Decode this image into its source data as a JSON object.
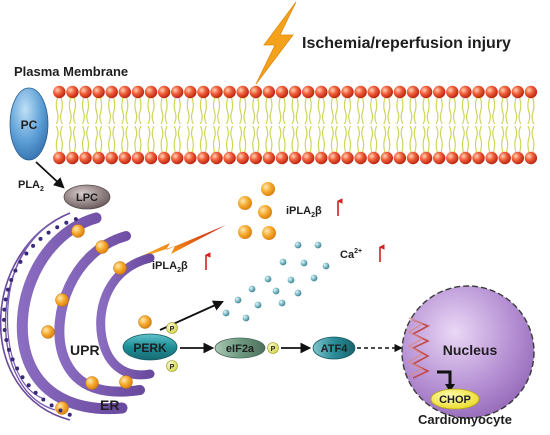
{
  "labels": {
    "membrane": "Plasma Membrane",
    "injury": "Ischemia/reperfusion injury",
    "pc": "PC",
    "pla2_base": "PLA",
    "pla2_sub": "2",
    "lpc": "LPC",
    "ipla_base": "iPLA",
    "ipla_sub": "2",
    "ipla_tail": "β",
    "ca_base": "Ca",
    "ca_sup": "2+",
    "upr": "UPR",
    "er": "ER",
    "perk": "PERK",
    "phospho": "P",
    "eif2a": "eIF2a",
    "atf4": "ATF4",
    "nucleus": "Nucleus",
    "chop": "CHOP",
    "cell": "Cardiomyocyte"
  },
  "colors": {
    "lipid_head": "#e03a1e",
    "lipid_tail": "#dde36a",
    "pc_protein": "#4a8fc9",
    "lpc": "#8a7b7b",
    "ipla_sphere": "#f29b1c",
    "calcium_dot": "#5fa5b3",
    "er_membrane": "#6f4fa0",
    "perk": "#2c8a92",
    "phospho": "#e9e96a",
    "eif2a": "#7fa78b",
    "atf4": "#1f7f8f",
    "nucleus": "#b58fd0",
    "chop": "#f3ec2a",
    "increase_arrow": "#d41f1f",
    "lightning": "#f4a21c"
  },
  "icons": [
    "lightning-bolt-icon",
    "up-arrow-icon",
    "phospho-icon"
  ]
}
